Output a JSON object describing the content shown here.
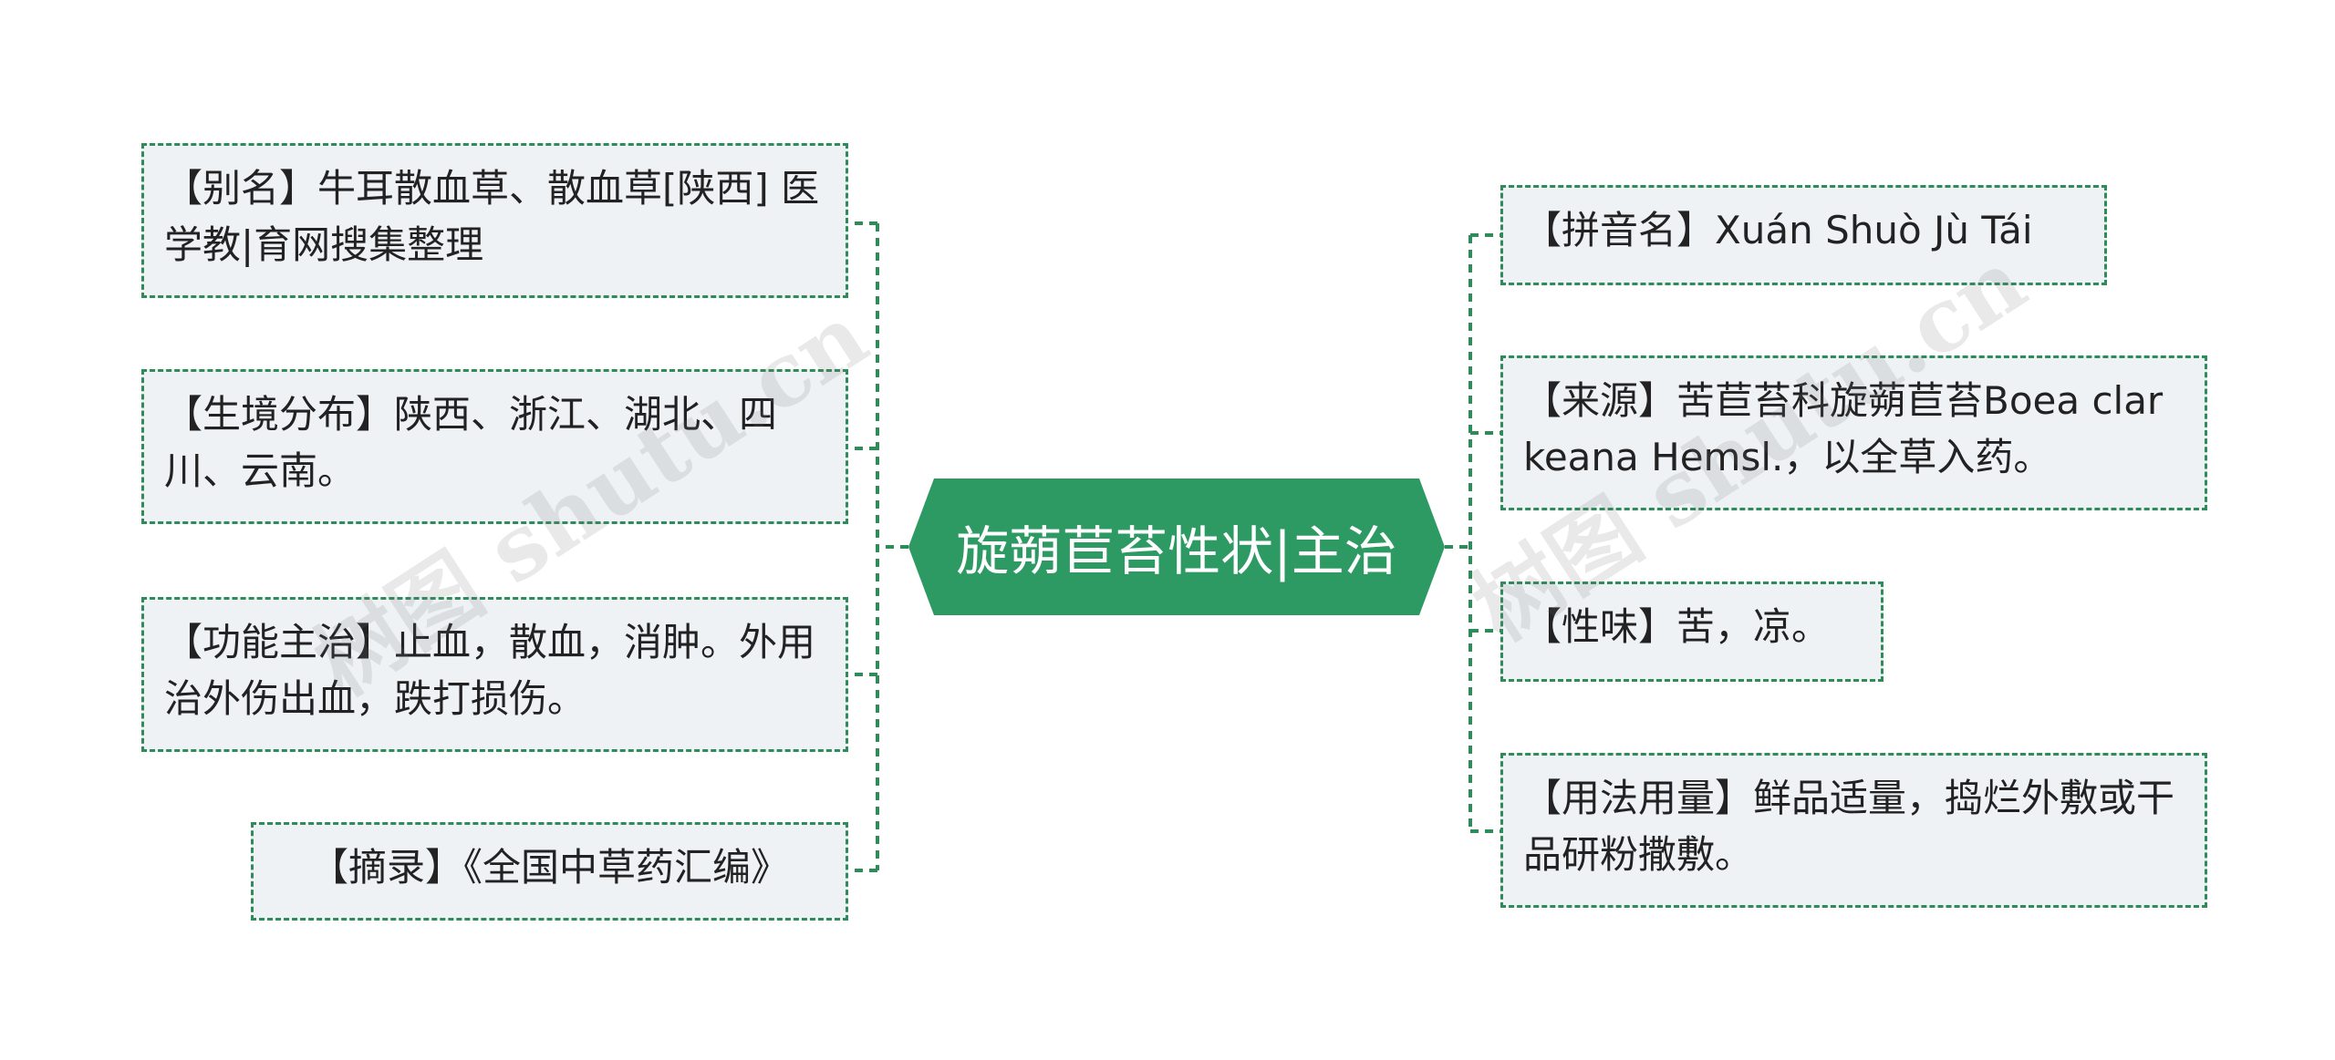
{
  "center": {
    "title": "旋蒴苣苔性状|主治"
  },
  "left_nodes": [
    {
      "text": "【别名】牛耳散血草、散血草[陕西] 医学教|育网搜集整理"
    },
    {
      "text": "【生境分布】陕西、浙江、湖北、四川、云南。"
    },
    {
      "text": "【功能主治】止血，散血，消肿。外用治外伤出血，跌打损伤。"
    },
    {
      "text": "【摘录】《全国中草药汇编》"
    }
  ],
  "right_nodes": [
    {
      "text": "【拼音名】Xuán Shuò Jù Tái"
    },
    {
      "text": "【来源】苦苣苔科旋蒴苣苔Boea clarkeana Hemsl.，以全草入药。"
    },
    {
      "text": "【性味】苦，凉。"
    },
    {
      "text": "【用法用量】鲜品适量，捣烂外敷或干品研粉撒敷。"
    }
  ],
  "watermark": {
    "text": "树图 shutu.cn"
  },
  "colors": {
    "accent": "#2e9a63",
    "border": "#2e8b5a",
    "node_fill": "#eff2f5",
    "text": "#222222"
  }
}
